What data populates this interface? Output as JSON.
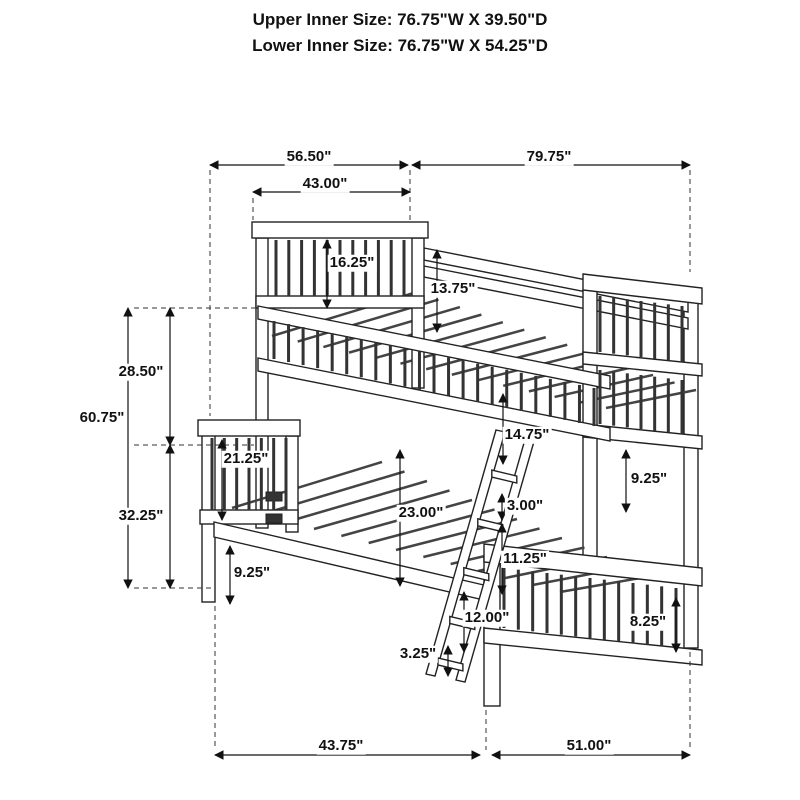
{
  "header": {
    "upper_inner_size": "Upper Inner Size: 76.75\"W X 39.50\"D",
    "lower_inner_size": "Lower Inner Size: 76.75\"W X 54.25\"D"
  },
  "dimensions": {
    "top_width_left": "56.50\"",
    "top_width_right": "79.75\"",
    "headboard_width": "43.00\"",
    "headboard_panel_height": "16.25\"",
    "upper_rail_drop": "13.75\"",
    "upper_section_height": "28.50\"",
    "overall_height": "60.75\"",
    "lower_section_height": "32.25\"",
    "lower_headboard_height": "21.25\"",
    "guardrail_height": "14.75\"",
    "bunk_clearance": "23.00\"",
    "rail_thickness": "3.00\"",
    "footboard_upper_gap": "9.25\"",
    "ladder_step_gap": "11.25\"",
    "side_rail_floor_height": "9.25\"",
    "rung_spacing": "12.00\"",
    "ladder_foot_offset": "3.25\"",
    "footboard_lower_gap": "8.25\"",
    "bottom_width_left": "43.75\"",
    "bottom_width_right": "51.00\""
  }
}
